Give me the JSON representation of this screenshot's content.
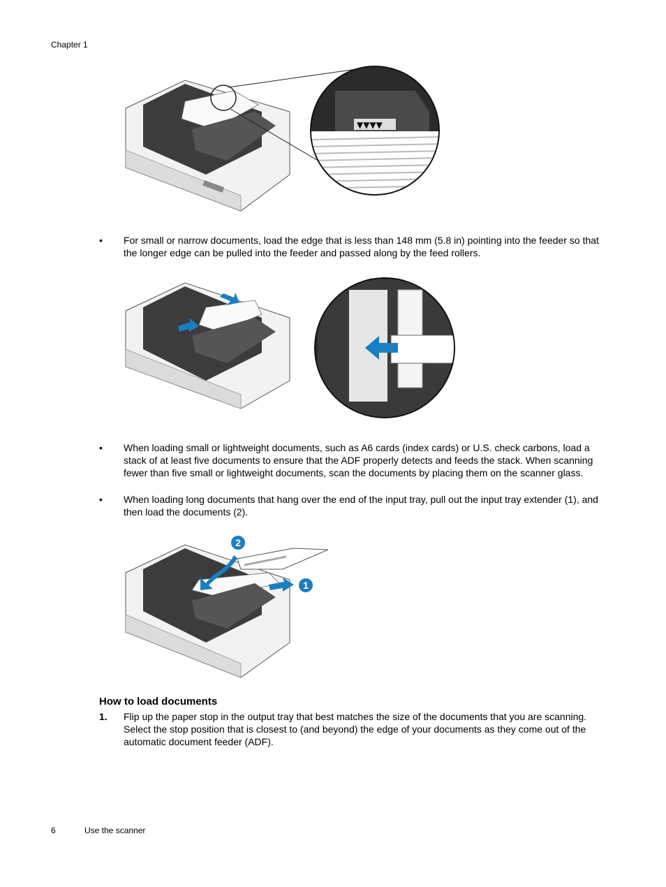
{
  "header": {
    "chapter": "Chapter 1"
  },
  "bullets": [
    "For small or narrow documents, load the edge that is less than 148 mm (5.8 in) pointing into the feeder so that the longer edge can be pulled into the feeder and passed along by the feed rollers.",
    "When loading small or lightweight documents, such as A6 cards (index cards) or U.S. check carbons, load a stack of at least five documents to ensure that the ADF properly detects and feeds the stack. When scanning fewer than five small or lightweight documents, scan the documents by placing them on the scanner glass.",
    "When loading long documents that hang over the end of the input tray, pull out the input tray extender (1), and then load the documents (2)."
  ],
  "bullet_marker": "•",
  "figures": {
    "callout_1": "1",
    "callout_2": "2"
  },
  "section": {
    "heading": "How to load documents",
    "steps": [
      {
        "num": "1.",
        "text": "Flip up the paper stop in the output tray that best matches the size of the documents that you are scanning. Select the stop position that is closest to (and beyond) the edge of your documents as they come out of the automatic document feeder (ADF)."
      }
    ]
  },
  "footer": {
    "page_number": "6",
    "section_title": "Use the scanner"
  },
  "colors": {
    "arrow_blue": "#1a7fc1",
    "scanner_dark": "#3a3a3a",
    "scanner_light": "#e6e6e6"
  }
}
